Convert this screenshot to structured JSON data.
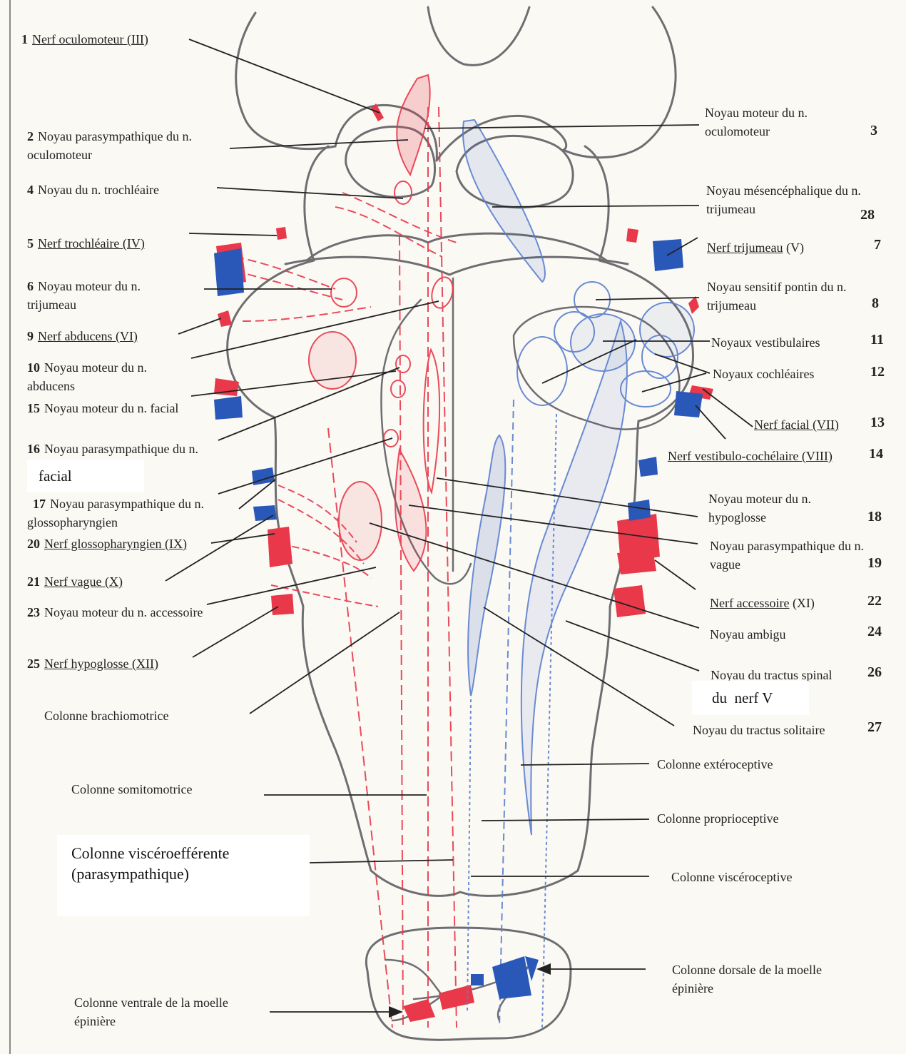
{
  "colors": {
    "motor": "#e8384a",
    "sensory": "#2a58b8",
    "outline": "#6e6e72",
    "pointer": "#222222"
  },
  "left_labels": [
    {
      "num": "1",
      "title": "Nerf oculomoteur (III)",
      "cont": "",
      "underline": true
    },
    {
      "num": "2",
      "title": "Noyau parasympathique  du n.",
      "cont": "oculomoteur",
      "underline": false
    },
    {
      "num": "4",
      "title": "Noyau du n. trochléaire",
      "cont": "",
      "underline": false
    },
    {
      "num": "5",
      "title": "Nerf trochléaire (IV)",
      "cont": "",
      "underline": true
    },
    {
      "num": "6",
      "title": "Noyau moteur du n.",
      "cont": "trijumeau",
      "underline": false
    },
    {
      "num": "9",
      "title": "Nerf abducens (VI)",
      "cont": "",
      "underline": true
    },
    {
      "num": "10",
      "title": "Noyau moteur du n.",
      "cont": "abducens",
      "underline": false
    },
    {
      "num": "15",
      "title": "Noyau moteur du n. facial",
      "cont": "",
      "underline": false
    },
    {
      "num": "16",
      "title": "Noyau parasympathique du n.",
      "cont": "",
      "underline": false
    },
    {
      "num": "17",
      "title": "Noyau parasympathique du n.",
      "cont": "glossopharyngien",
      "underline": false
    },
    {
      "num": "20",
      "title": "Nerf glossopharyngien (IX)",
      "cont": "",
      "underline": true
    },
    {
      "num": "21",
      "title": "Nerf vague (X)",
      "cont": "",
      "underline": true
    },
    {
      "num": "23",
      "title": "Noyau moteur du n. accessoire",
      "cont": "",
      "underline": false
    },
    {
      "num": "25",
      "title": "Nerf hypoglosse (XII)",
      "cont": "",
      "underline": true
    }
  ],
  "facial_box": "facial",
  "right_labels": [
    {
      "num": "3",
      "title": "Noyau moteur du n.",
      "cont": "oculomoteur",
      "suffix": "",
      "underline": false
    },
    {
      "num": "28",
      "title": "Noyau mésencéphalique du n.",
      "cont": "trijumeau",
      "suffix": "",
      "underline": false
    },
    {
      "num": "7",
      "title": "Nerf trijumeau",
      "cont": "",
      "suffix": " (V)",
      "underline": true
    },
    {
      "num": "8",
      "title": "Noyau sensitif pontin du n.",
      "cont": "trijumeau",
      "suffix": "",
      "underline": false
    },
    {
      "num": "11",
      "title": "Noyaux vestibulaires",
      "cont": "",
      "suffix": "",
      "underline": false
    },
    {
      "num": "12",
      "title": "Noyaux cochléaires",
      "cont": "",
      "suffix": "",
      "underline": false
    },
    {
      "num": "13",
      "title": "Nerf facial (VII)",
      "cont": "",
      "suffix": "",
      "underline": true
    },
    {
      "num": "14",
      "title": "Nerf vestibulo-cochélaire (VIII)",
      "cont": "",
      "suffix": "",
      "underline": true
    },
    {
      "num": "18",
      "title": "Noyau moteur du n.",
      "cont": "hypoglosse",
      "suffix": "",
      "underline": false
    },
    {
      "num": "19",
      "title": "Noyau parasympathique du n.",
      "cont": "vague",
      "suffix": "",
      "underline": false
    },
    {
      "num": "22",
      "title": "Nerf accessoire",
      "cont": "",
      "suffix": " (XI)",
      "underline": true
    },
    {
      "num": "24",
      "title": "Noyau ambigu",
      "cont": "",
      "suffix": "",
      "underline": false
    },
    {
      "num": "26",
      "title": "Noyau du tractus spinal",
      "cont": "",
      "suffix": "",
      "underline": false
    },
    {
      "num": "27",
      "title": "Noyau du tractus solitaire",
      "cont": "",
      "suffix": "",
      "underline": false
    }
  ],
  "nerf_v_box": "du  nerf V",
  "columns_left": [
    "Colonne brachiomotrice",
    "Colonne somitomotrice"
  ],
  "visceroefferent_box": [
    "Colonne viscéroefférente",
    "(parasympathique)"
  ],
  "columns_right": [
    "Colonne extéroceptive",
    "Colonne proprioceptive",
    "Colonne viscéroceptive"
  ],
  "spinal_labels": {
    "dorsal": [
      "Colonne dorsale de la moelle",
      "épinière"
    ],
    "ventral": [
      "Colonne ventrale de la moelle",
      "épinière"
    ]
  }
}
